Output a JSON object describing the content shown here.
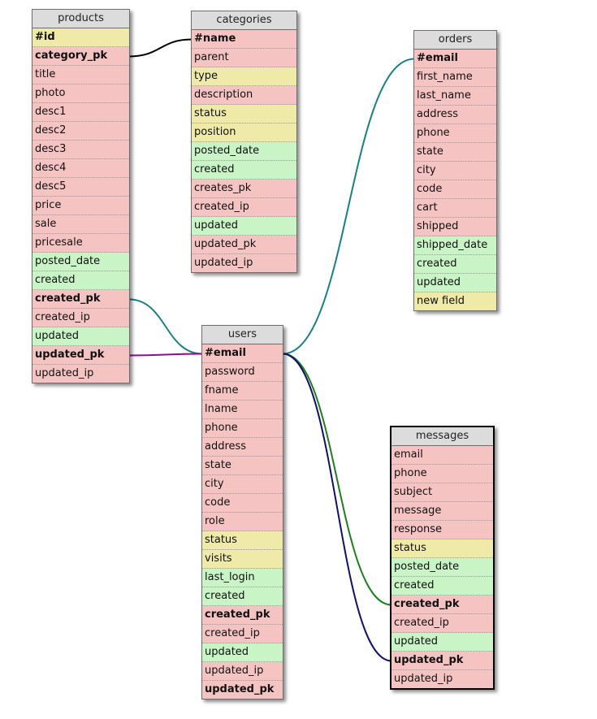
{
  "colors": {
    "key": "#efeaa8",
    "text": "#f6c3c3",
    "date": "#c8f4c6",
    "header": "#dcdcdc",
    "link_black": "#000000",
    "link_teal": "#1a7f88",
    "link_purple": "#8a0f8a",
    "link_green": "#1f7f1f",
    "link_navy": "#101068"
  },
  "tables": {
    "products": {
      "name": "products",
      "fields": [
        {
          "label": "#id",
          "type": "key",
          "bold": true
        },
        {
          "label": "category_pk",
          "type": "text",
          "bold": true
        },
        {
          "label": "title",
          "type": "text"
        },
        {
          "label": "photo",
          "type": "text"
        },
        {
          "label": "desc1",
          "type": "text"
        },
        {
          "label": "desc2",
          "type": "text"
        },
        {
          "label": "desc3",
          "type": "text"
        },
        {
          "label": "desc4",
          "type": "text"
        },
        {
          "label": "desc5",
          "type": "text"
        },
        {
          "label": "price",
          "type": "text"
        },
        {
          "label": "sale",
          "type": "text"
        },
        {
          "label": "pricesale",
          "type": "text"
        },
        {
          "label": "posted_date",
          "type": "date"
        },
        {
          "label": "created",
          "type": "date"
        },
        {
          "label": "created_pk",
          "type": "text",
          "bold": true
        },
        {
          "label": "created_ip",
          "type": "text"
        },
        {
          "label": "updated",
          "type": "date"
        },
        {
          "label": "updated_pk",
          "type": "text",
          "bold": true
        },
        {
          "label": "updated_ip",
          "type": "text"
        }
      ]
    },
    "categories": {
      "name": "categories",
      "fields": [
        {
          "label": "#name",
          "type": "text",
          "bold": true
        },
        {
          "label": "parent",
          "type": "text"
        },
        {
          "label": "type",
          "type": "key"
        },
        {
          "label": "description",
          "type": "text"
        },
        {
          "label": "status",
          "type": "key"
        },
        {
          "label": "position",
          "type": "key"
        },
        {
          "label": "posted_date",
          "type": "date"
        },
        {
          "label": "created",
          "type": "date"
        },
        {
          "label": "creates_pk",
          "type": "text"
        },
        {
          "label": "created_ip",
          "type": "text"
        },
        {
          "label": "updated",
          "type": "date"
        },
        {
          "label": "updated_pk",
          "type": "text"
        },
        {
          "label": "updated_ip",
          "type": "text"
        }
      ]
    },
    "orders": {
      "name": "orders",
      "fields": [
        {
          "label": "#email",
          "type": "text",
          "bold": true
        },
        {
          "label": "first_name",
          "type": "text"
        },
        {
          "label": "last_name",
          "type": "text"
        },
        {
          "label": "address",
          "type": "text"
        },
        {
          "label": "phone",
          "type": "text"
        },
        {
          "label": "state",
          "type": "text"
        },
        {
          "label": "city",
          "type": "text"
        },
        {
          "label": "code",
          "type": "text"
        },
        {
          "label": "cart",
          "type": "text"
        },
        {
          "label": "shipped",
          "type": "text"
        },
        {
          "label": "shipped_date",
          "type": "date"
        },
        {
          "label": "created",
          "type": "date"
        },
        {
          "label": "updated",
          "type": "date"
        },
        {
          "label": "new field",
          "type": "key"
        }
      ]
    },
    "users": {
      "name": "users",
      "fields": [
        {
          "label": "#email",
          "type": "text",
          "bold": true
        },
        {
          "label": "password",
          "type": "text"
        },
        {
          "label": "fname",
          "type": "text"
        },
        {
          "label": "lname",
          "type": "text"
        },
        {
          "label": "phone",
          "type": "text"
        },
        {
          "label": "address",
          "type": "text"
        },
        {
          "label": "state",
          "type": "text"
        },
        {
          "label": "city",
          "type": "text"
        },
        {
          "label": "code",
          "type": "text"
        },
        {
          "label": "role",
          "type": "text"
        },
        {
          "label": "status",
          "type": "key"
        },
        {
          "label": "visits",
          "type": "key"
        },
        {
          "label": "last_login",
          "type": "date"
        },
        {
          "label": "created",
          "type": "date"
        },
        {
          "label": "created_pk",
          "type": "text",
          "bold": true
        },
        {
          "label": "created_ip",
          "type": "text"
        },
        {
          "label": "updated",
          "type": "date"
        },
        {
          "label": "updated_ip",
          "type": "text"
        },
        {
          "label": "updated_pk",
          "type": "text",
          "bold": true
        }
      ]
    },
    "messages": {
      "name": "messages",
      "fields": [
        {
          "label": "email",
          "type": "text"
        },
        {
          "label": "phone",
          "type": "text"
        },
        {
          "label": "subject",
          "type": "text"
        },
        {
          "label": "message",
          "type": "text"
        },
        {
          "label": "response",
          "type": "text"
        },
        {
          "label": "status",
          "type": "key"
        },
        {
          "label": "posted_date",
          "type": "date"
        },
        {
          "label": "created",
          "type": "date"
        },
        {
          "label": "created_pk",
          "type": "text",
          "bold": true
        },
        {
          "label": "created_ip",
          "type": "text"
        },
        {
          "label": "updated",
          "type": "date"
        },
        {
          "label": "updated_pk",
          "type": "text",
          "bold": true
        },
        {
          "label": "updated_ip",
          "type": "text"
        }
      ]
    }
  },
  "relations": [
    {
      "from": "products.category_pk",
      "to": "categories.#name",
      "color": "link_black"
    },
    {
      "from": "products.created_pk",
      "to": "users.#email",
      "color": "link_teal"
    },
    {
      "from": "products.updated_pk",
      "to": "users.#email",
      "color": "link_purple"
    },
    {
      "from": "users.#email",
      "to": "orders.#email",
      "color": "link_teal"
    },
    {
      "from": "users.#email",
      "to": "messages.created_pk",
      "color": "link_green"
    },
    {
      "from": "users.#email",
      "to": "messages.updated_pk",
      "color": "link_navy"
    }
  ]
}
